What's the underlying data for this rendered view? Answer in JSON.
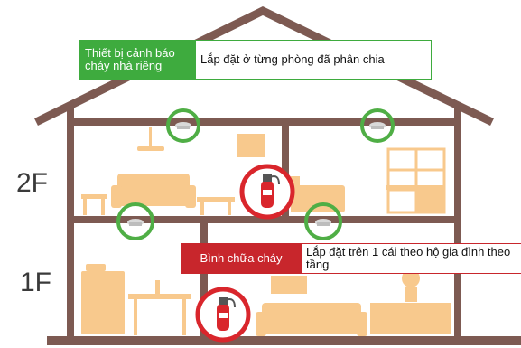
{
  "floors": {
    "upper": "2F",
    "lower": "1F"
  },
  "alarm_callout": {
    "tag": "Thiết bị cảnh báo cháy nhà riêng",
    "description": "Lắp đặt ở từng phòng đã phân chia",
    "color": "#3eab3e"
  },
  "extinguisher_callout": {
    "tag": "Bình chữa cháy",
    "description": "Lắp đặt trên 1 cái theo hộ gia đình theo tầng",
    "color": "#c8262c"
  },
  "colors": {
    "house_outline": "#7d5a52",
    "furniture": "#f8c98d",
    "alarm_ring": "#4fae45",
    "extinguisher_ring": "#d9262c"
  },
  "icons": [
    "smoke-detector-icon",
    "fire-extinguisher-icon",
    "ceiling-fan-icon",
    "sofa-icon",
    "bed-icon",
    "bookshelf-icon",
    "dining-table-icon",
    "kitchen-stove-icon",
    "potted-plant-icon"
  ]
}
